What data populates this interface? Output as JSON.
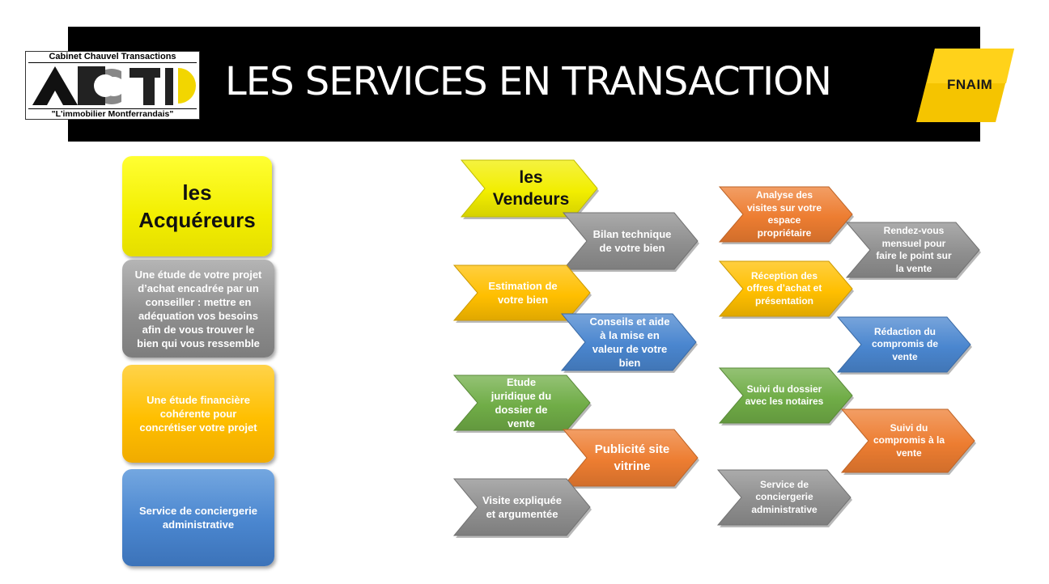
{
  "header": {
    "title": "LES SERVICES EN TRANSACTION",
    "logo_left": {
      "top_text": "Cabinet Chauvel Transactions",
      "mark": "ACT",
      "bottom_text": "\"L'immobilier Montferrandais\""
    },
    "logo_right": {
      "text": "FNAIM"
    }
  },
  "buyers": {
    "title": "les Acquéreurs",
    "items": [
      "Une étude de votre projet d’achat encadrée par un conseiller : mettre en adéquation vos besoins afin de vous trouver le bien qui vous ressemble",
      "Une étude financière cohérente pour concrétiser votre projet",
      "Service de conciergerie administrative"
    ]
  },
  "sellers": {
    "title": "les Vendeurs",
    "steps": [
      "Bilan technique de votre bien",
      "Estimation de votre bien",
      "Conseils et aide à la mise en valeur de votre bien",
      "Etude juridique du dossier de vente",
      "Publicité site vitrine",
      "Visite expliquée et argumentée",
      "Analyse des visites sur votre espace propriétaire",
      "Rendez-vous mensuel pour faire le point sur la vente",
      "Réception des offres d’achat et présentation",
      "Rédaction du compromis de vente",
      "Suivi du dossier avec les notaires",
      "Suivi du compromis à la vente",
      "Service de conciergerie administrative"
    ]
  },
  "colors": {
    "yellow": "#f2ee00",
    "gray": "#8f8f8f",
    "orange": "#ffbf00",
    "dark_orange": "#ed7d31",
    "blue": "#4a86cf",
    "green": "#70ad47"
  }
}
